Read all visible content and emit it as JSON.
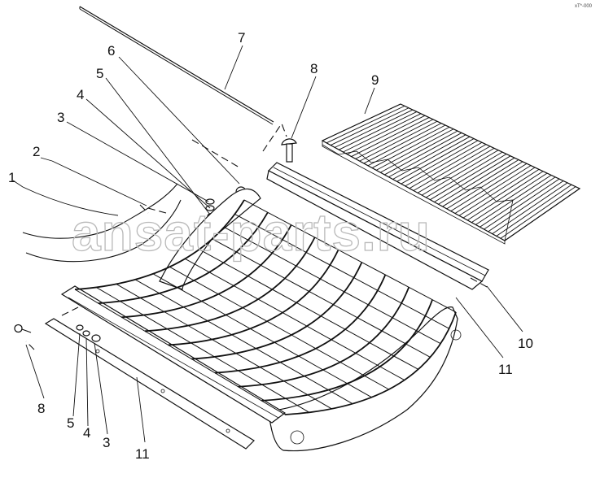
{
  "diagram": {
    "reference_code": "xT*-000",
    "watermark": "ansat-parts.ru",
    "callouts": [
      {
        "id": "c1",
        "label": "1"
      },
      {
        "id": "c2",
        "label": "2"
      },
      {
        "id": "c3",
        "label": "3"
      },
      {
        "id": "c4",
        "label": "4"
      },
      {
        "id": "c5",
        "label": "5"
      },
      {
        "id": "c6",
        "label": "6"
      },
      {
        "id": "c7",
        "label": "7"
      },
      {
        "id": "c8",
        "label": "8"
      },
      {
        "id": "c9",
        "label": "9"
      },
      {
        "id": "c10",
        "label": "10"
      },
      {
        "id": "c11",
        "label": "11"
      },
      {
        "id": "c8b",
        "label": "8"
      },
      {
        "id": "c5b",
        "label": "5"
      },
      {
        "id": "c4b",
        "label": "4"
      },
      {
        "id": "c3b",
        "label": "3"
      },
      {
        "id": "c11b",
        "label": "11"
      }
    ]
  }
}
